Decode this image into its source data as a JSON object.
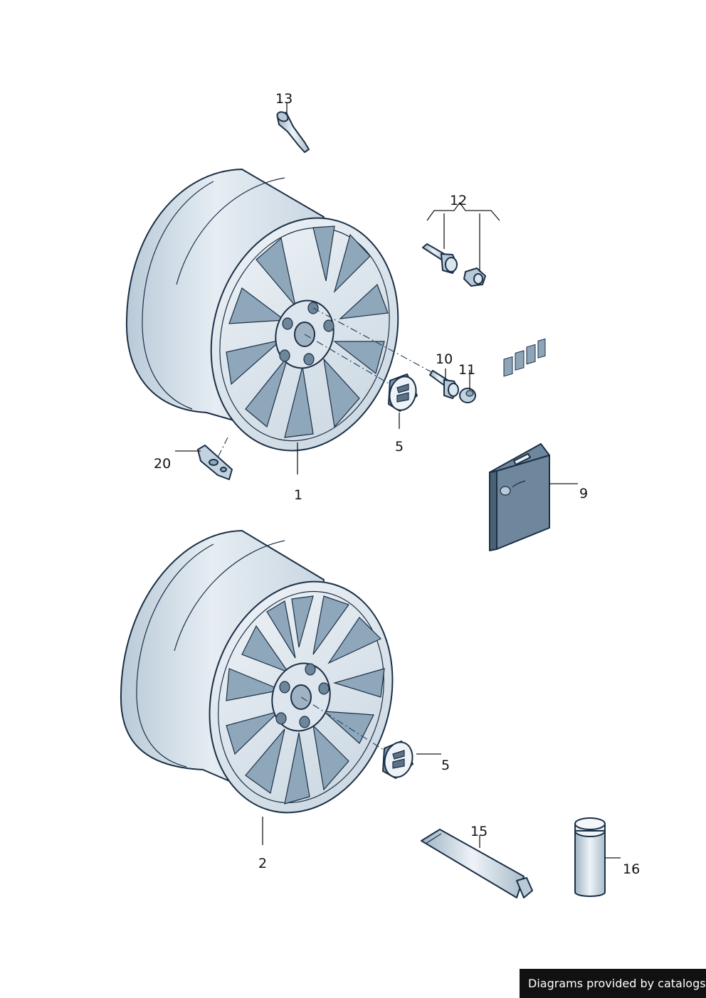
{
  "diagram": {
    "callouts": {
      "c1": "1",
      "c2": "2",
      "c5a": "5",
      "c5b": "5",
      "c9": "9",
      "c10": "10",
      "c11": "11",
      "c12": "12",
      "c13": "13",
      "c15": "15",
      "c16": "16",
      "c20": "20"
    },
    "colors": {
      "rim_light": "#dfe8f0",
      "rim_mid": "#c3d2df",
      "rim_dark": "#7f98ad",
      "outline": "#1b2f45",
      "pack": "#6f879c",
      "pack_dark": "#4b6175"
    }
  },
  "footer": {
    "credit": "Diagrams provided by catalogs parts"
  }
}
